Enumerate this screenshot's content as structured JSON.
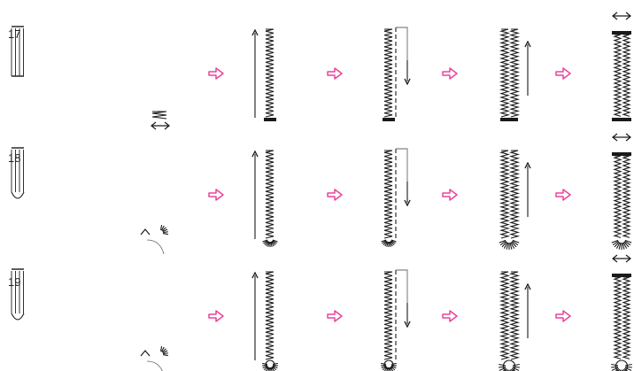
{
  "rows": [
    {
      "number": "17",
      "end_style": "bar"
    },
    {
      "number": "18",
      "end_style": "round"
    },
    {
      "number": "19",
      "end_style": "keyhole"
    }
  ],
  "steps_per_row": 5,
  "colors": {
    "ink": "#1a1a1a",
    "arrow": "#e8459c",
    "guide": "#666666"
  },
  "icons": {
    "step_arrow": "hollow-right-arrow-icon",
    "direction_arrow": "direction-arrow-icon",
    "width_marker": "double-headed-arrow-icon"
  }
}
